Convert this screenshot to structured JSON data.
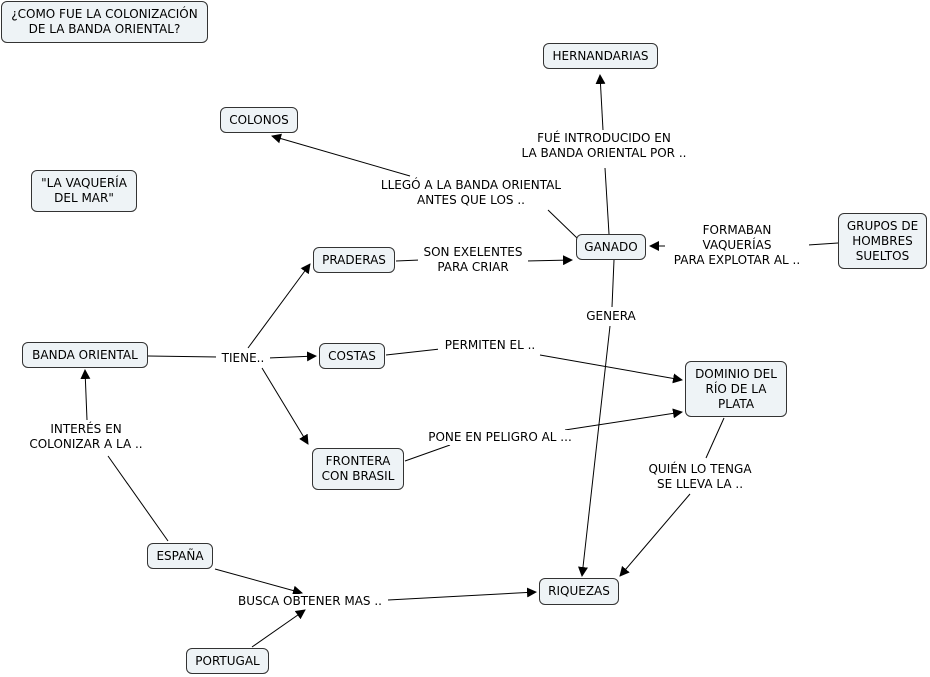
{
  "nodes": {
    "title": "¿COMO FUE LA COLONIZACIÓN\nDE LA BANDA ORIENTAL?",
    "hernandarias": "HERNANDARIAS",
    "colonos": "COLONOS",
    "vaqueria": "\"LA VAQUERÍA\nDEL MAR\"",
    "praderas": "PRADERAS",
    "ganado": "GANADO",
    "grupos": "GRUPOS DE\nHOMBRES\nSUELTOS",
    "banda": "BANDA ORIENTAL",
    "costas": "COSTAS",
    "dominio": "DOMINIO DEL\nRÍO DE LA\nPLATA",
    "frontera": "FRONTERA\nCON BRASIL",
    "espana": "ESPAÑA",
    "riquezas": "RIQUEZAS",
    "portugal": "PORTUGAL"
  },
  "labels": {
    "fue_introducido": "FUÉ INTRODUCIDO EN\nLA BANDA ORIENTAL POR ..",
    "llego": "LLEGÓ A LA BANDA ORIENTAL\nANTES QUE LOS ..",
    "son_exelentes": "SON EXELENTES\nPARA CRIAR",
    "formaban": "FORMABAN\nVAQUERÍAS\nPARA EXPLOTAR AL ..",
    "genera": "GENERA",
    "tiene": "TIENE..",
    "permiten": "PERMITEN EL ..",
    "pone": "PONE EN PELIGRO AL ...",
    "interes": "INTERÉS EN\nCOLONIZAR A LA ..",
    "quien": "QUIÉN LO TENGA\nSE LLEVA LA ..",
    "busca": "BUSCA OBTENER MAS .."
  }
}
